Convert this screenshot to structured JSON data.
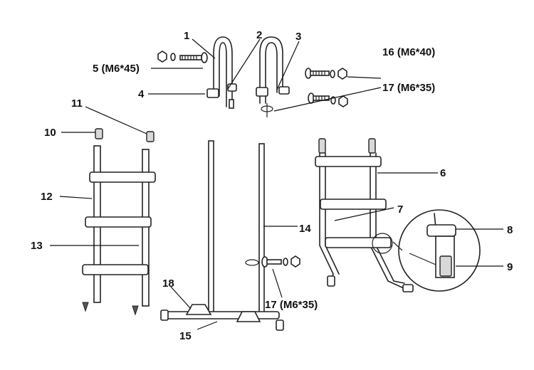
{
  "callouts": [
    {
      "id": "c1",
      "text": "1"
    },
    {
      "id": "c2",
      "text": "2"
    },
    {
      "id": "c3",
      "text": "3"
    },
    {
      "id": "c4",
      "text": "4"
    },
    {
      "id": "c5",
      "text": "5 (M6*45)"
    },
    {
      "id": "c6",
      "text": "6"
    },
    {
      "id": "c7",
      "text": "7"
    },
    {
      "id": "c8",
      "text": "8"
    },
    {
      "id": "c9",
      "text": "9"
    },
    {
      "id": "c10",
      "text": "10"
    },
    {
      "id": "c11",
      "text": "11"
    },
    {
      "id": "c12",
      "text": "12"
    },
    {
      "id": "c13",
      "text": "13"
    },
    {
      "id": "c14",
      "text": "14"
    },
    {
      "id": "c15",
      "text": "15"
    },
    {
      "id": "c16",
      "text": "16 (M6*40)"
    },
    {
      "id": "c17a",
      "text": "17 (M6*35)"
    },
    {
      "id": "c17b",
      "text": "17 (M6*35)"
    },
    {
      "id": "c18",
      "text": "18"
    }
  ],
  "colors": {
    "line": "#222222",
    "background": "#ffffff"
  }
}
